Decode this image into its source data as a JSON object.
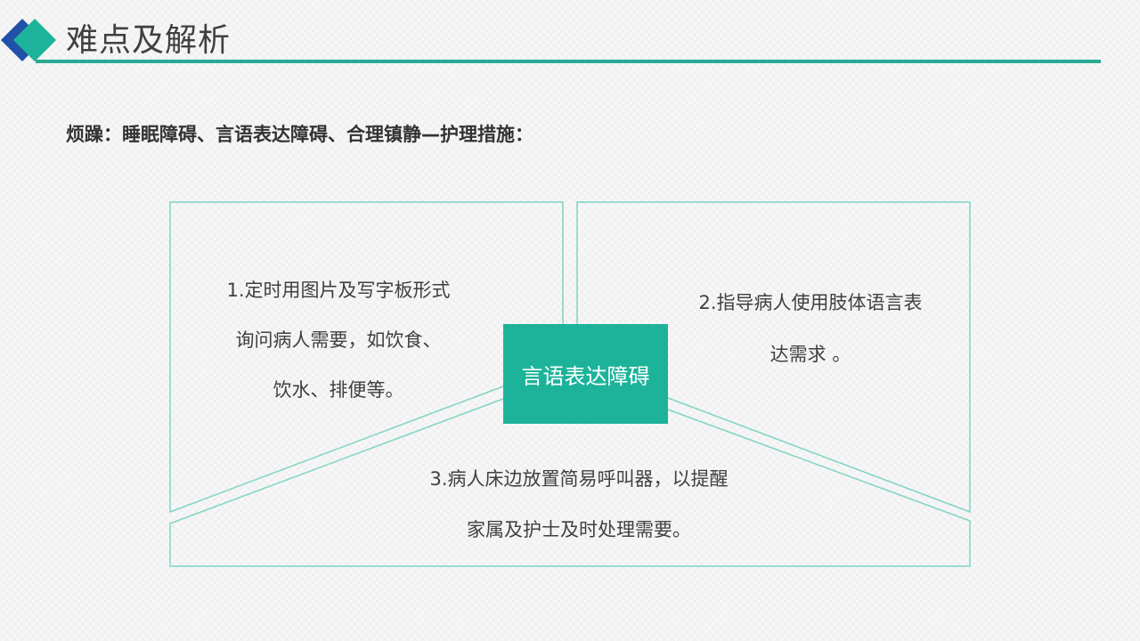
{
  "header": {
    "title": "难点及解析",
    "logo_icon": "double-diamond-icon",
    "colors": {
      "blue": "#2050a8",
      "teal": "#1db39a",
      "rule": "#2aa994"
    }
  },
  "subtitle": "烦躁：睡眠障碍、言语表达障碍、合理镇静—护理措施：",
  "diagram": {
    "center_label": "言语表达障碍",
    "border_color": "#7fd3c6",
    "sections": [
      {
        "id": "1",
        "lines": [
          "1.定时用图片及写字板形式",
          "询问病人需要，如饮食、",
          "饮水、排便等。"
        ]
      },
      {
        "id": "2",
        "lines": [
          "2.指导病人使用肢体语言表",
          "达需求 。"
        ]
      },
      {
        "id": "3",
        "lines": [
          "3.病人床边放置简易呼叫器，以提醒",
          "家属及护士及时处理需要。"
        ]
      }
    ]
  }
}
